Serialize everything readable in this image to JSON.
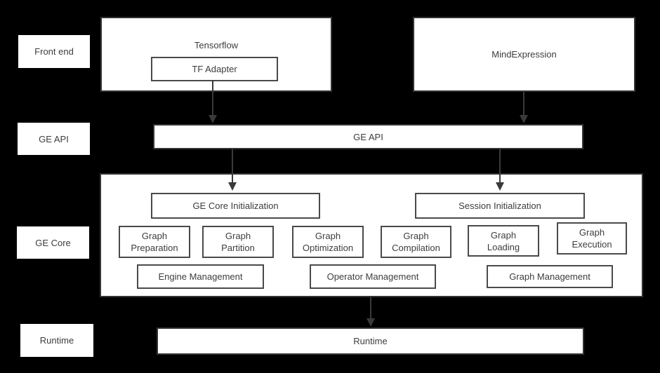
{
  "colors": {
    "background": "#000000",
    "box_fill": "#ffffff",
    "border_dark": "#333333",
    "border_mid": "#4a4a4a",
    "text": "#3d3d3d",
    "arrow": "#3a3a3a"
  },
  "layers": {
    "front_end_label": "Front end",
    "ge_api_label": "GE API",
    "ge_core_label": "GE Core",
    "runtime_label": "Runtime"
  },
  "front_end": {
    "tensorflow_title": "Tensorflow",
    "tf_adapter": "TF Adapter",
    "mind_expression": "MindExpression"
  },
  "ge_api": {
    "bar_label": "GE API"
  },
  "ge_core": {
    "init": [
      "GE Core Initialization",
      "Session Initialization"
    ],
    "modules": [
      "Graph\nPreparation",
      "Graph\nPartition",
      "Graph\nOptimization",
      "Graph\nCompilation",
      "Graph\nLoading",
      "Graph\nExecution"
    ],
    "management": [
      "Engine Management",
      "Operator Management",
      "Graph Management"
    ]
  },
  "runtime": {
    "bar_label": "Runtime"
  }
}
